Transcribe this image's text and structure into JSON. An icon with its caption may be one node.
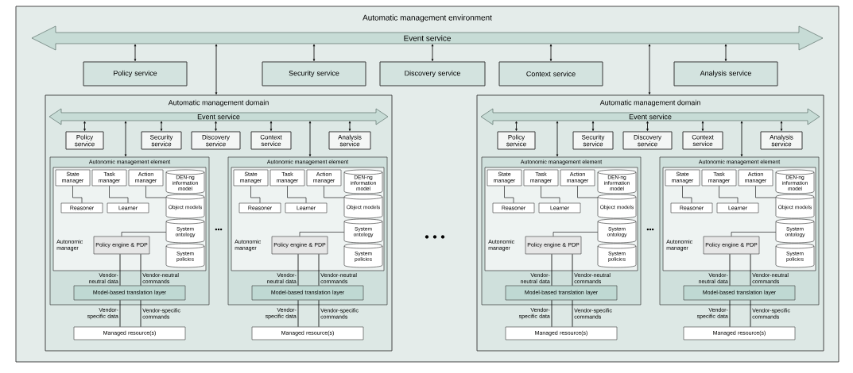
{
  "diagram": {
    "nodes": [
      {
        "text": [
          "Automatic management environment"
        ]
      },
      {
        "text": [
          "Event service"
        ],
        "in": 0
      },
      {
        "text": [
          "Policy service"
        ],
        "in": 0
      },
      {
        "text": [
          "Security service"
        ],
        "in": 0
      },
      {
        "text": [
          "Discovery service"
        ],
        "in": 0
      },
      {
        "text": [
          "Context service"
        ],
        "in": 0
      },
      {
        "text": [
          "Analysis service"
        ],
        "in": 0
      },
      {
        "text": [
          "Automatic management domain"
        ],
        "in": 0
      },
      {
        "text": [
          "Event service"
        ],
        "in": 7
      },
      {
        "text": [
          "Policy service"
        ],
        "in": 7
      },
      {
        "text": [
          "Security service"
        ],
        "in": 7
      },
      {
        "text": [
          "Discovery service"
        ],
        "in": 7
      },
      {
        "text": [
          "Context service"
        ],
        "in": 7
      },
      {
        "text": [
          "Analysis service"
        ],
        "in": 7
      },
      {
        "text": [
          "Autonomic management element"
        ],
        "in": 7
      },
      {
        "text": [
          "Autonomic manager"
        ],
        "in": 14
      },
      {
        "text": [
          "State manager"
        ],
        "in": 15
      },
      {
        "text": [
          "Task manager"
        ],
        "in": 15
      },
      {
        "text": [
          "Action manager"
        ],
        "in": 15
      },
      {
        "text": [
          "Reasoner"
        ],
        "in": 15
      },
      {
        "text": [
          "Learner"
        ],
        "in": 15
      },
      {
        "text": [
          "Policy engine & PDP"
        ],
        "in": 15
      },
      {
        "text": [
          "DEN-ng information model"
        ],
        "in": 15
      },
      {
        "text": [
          "Object models"
        ],
        "in": 15
      },
      {
        "text": [
          "System ontology"
        ],
        "in": 15
      },
      {
        "text": [
          "System policies"
        ],
        "in": 15
      },
      {
        "text": [
          "Model-based translation layer"
        ],
        "in": 14
      },
      {
        "text": [
          "Managed resource(s)"
        ],
        "in": 7
      },
      {
        "text": [
          "Autonomic management element"
        ],
        "in": 7
      },
      {
        "text": [
          "Autonomic manager"
        ],
        "in": 28
      },
      {
        "text": [
          "State manager"
        ],
        "in": 29
      },
      {
        "text": [
          "Task manager"
        ],
        "in": 29
      },
      {
        "text": [
          "Action manager"
        ],
        "in": 29
      },
      {
        "text": [
          "Reasoner"
        ],
        "in": 29
      },
      {
        "text": [
          "Learner"
        ],
        "in": 29
      },
      {
        "text": [
          "Policy engine & PDP"
        ],
        "in": 29
      },
      {
        "text": [
          "DEN-ng information model"
        ],
        "in": 29
      },
      {
        "text": [
          "Object models"
        ],
        "in": 29
      },
      {
        "text": [
          "System ontology"
        ],
        "in": 29
      },
      {
        "text": [
          "System policies"
        ],
        "in": 29
      },
      {
        "text": [
          "Model-based translation layer"
        ],
        "in": 28
      },
      {
        "text": [
          "Managed resource(s)"
        ],
        "in": 7
      },
      {
        "text": [
          "Automatic management domain"
        ],
        "in": 0
      },
      {
        "text": [
          "Event service"
        ],
        "in": 42
      },
      {
        "text": [
          "Policy service"
        ],
        "in": 42
      },
      {
        "text": [
          "Security service"
        ],
        "in": 42
      },
      {
        "text": [
          "Discovery service"
        ],
        "in": 42
      },
      {
        "text": [
          "Context service"
        ],
        "in": 42
      },
      {
        "text": [
          "Analysis service"
        ],
        "in": 42
      },
      {
        "text": [
          "Autonomic management element"
        ],
        "in": 42
      },
      {
        "text": [
          "Autonomic manager"
        ],
        "in": 49
      },
      {
        "text": [
          "State manager"
        ],
        "in": 50
      },
      {
        "text": [
          "Task manager"
        ],
        "in": 50
      },
      {
        "text": [
          "Action manager"
        ],
        "in": 50
      },
      {
        "text": [
          "Reasoner"
        ],
        "in": 50
      },
      {
        "text": [
          "Learner"
        ],
        "in": 50
      },
      {
        "text": [
          "Policy engine & PDP"
        ],
        "in": 50
      },
      {
        "text": [
          "DEN-ng information model"
        ],
        "in": 50
      },
      {
        "text": [
          "Object models"
        ],
        "in": 50
      },
      {
        "text": [
          "System ontology"
        ],
        "in": 50
      },
      {
        "text": [
          "System policies"
        ],
        "in": 50
      },
      {
        "text": [
          "Model-based translation layer"
        ],
        "in": 49
      },
      {
        "text": [
          "Managed resource(s)"
        ],
        "in": 42
      },
      {
        "text": [
          "Autonomic management element"
        ],
        "in": 42
      },
      {
        "text": [
          "Autonomic manager"
        ],
        "in": 63
      },
      {
        "text": [
          "State manager"
        ],
        "in": 64
      },
      {
        "text": [
          "Task manager"
        ],
        "in": 64
      },
      {
        "text": [
          "Action manager"
        ],
        "in": 64
      },
      {
        "text": [
          "Reasoner"
        ],
        "in": 64
      },
      {
        "text": [
          "Learner"
        ],
        "in": 64
      },
      {
        "text": [
          "Policy engine & PDP"
        ],
        "in": 64
      },
      {
        "text": [
          "DEN-ng information model"
        ],
        "in": 64
      },
      {
        "text": [
          "Object models"
        ],
        "in": 64
      },
      {
        "text": [
          "System ontology"
        ],
        "in": 64
      },
      {
        "text": [
          "System policies"
        ],
        "in": 64
      },
      {
        "text": [
          "Model-based translation layer"
        ],
        "in": 63
      },
      {
        "text": [
          "Managed resource(s)"
        ],
        "in": 42
      }
    ],
    "edges": [
      {
        "from": 1,
        "to": 2,
        "arrow": "both"
      },
      {
        "from": 1,
        "to": 3,
        "arrow": "both"
      },
      {
        "from": 1,
        "to": 4,
        "arrow": "both"
      },
      {
        "from": 1,
        "to": 5,
        "arrow": "both"
      },
      {
        "from": 1,
        "to": 6,
        "arrow": "both"
      },
      {
        "from": 1,
        "to": 7,
        "arrow": "both"
      },
      {
        "from": 1,
        "to": 42,
        "arrow": "both"
      },
      {
        "from": 8,
        "to": 9,
        "arrow": "both"
      },
      {
        "from": 8,
        "to": 10,
        "arrow": "both"
      },
      {
        "from": 8,
        "to": 11,
        "arrow": "both"
      },
      {
        "from": 8,
        "to": 12,
        "arrow": "both"
      },
      {
        "from": 8,
        "to": 13,
        "arrow": "both"
      },
      {
        "from": 8,
        "to": 14,
        "arrow": "both"
      },
      {
        "from": 8,
        "to": 28,
        "arrow": "both"
      },
      {
        "from": 16,
        "to": 19,
        "arrow": "none"
      },
      {
        "from": 17,
        "to": 20,
        "arrow": "none"
      },
      {
        "from": 18,
        "to": 23,
        "arrow": "none"
      },
      {
        "from": 24,
        "to": 21,
        "arrow": "none"
      },
      {
        "from": 21,
        "to": 26,
        "arrow": "none",
        "label": "Vendor-neutral data"
      },
      {
        "from": 21,
        "to": 26,
        "arrow": "none",
        "label": "Vendor-neutral commands"
      },
      {
        "from": 26,
        "to": 27,
        "arrow": "none",
        "label": "Vendor-specific data"
      },
      {
        "from": 26,
        "to": 27,
        "arrow": "none",
        "label": "Vendor-specific commands"
      },
      {
        "from": 30,
        "to": 33,
        "arrow": "none"
      },
      {
        "from": 31,
        "to": 34,
        "arrow": "none"
      },
      {
        "from": 32,
        "to": 37,
        "arrow": "none"
      },
      {
        "from": 38,
        "to": 35,
        "arrow": "none"
      },
      {
        "from": 35,
        "to": 40,
        "arrow": "none",
        "label": "Vendor-neutral data"
      },
      {
        "from": 35,
        "to": 40,
        "arrow": "none",
        "label": "Vendor-neutral commands"
      },
      {
        "from": 40,
        "to": 41,
        "arrow": "none",
        "label": "Vendor-specific data"
      },
      {
        "from": 40,
        "to": 41,
        "arrow": "none",
        "label": "Vendor-specific commands"
      },
      {
        "from": 43,
        "to": 44,
        "arrow": "both"
      },
      {
        "from": 43,
        "to": 45,
        "arrow": "both"
      },
      {
        "from": 43,
        "to": 46,
        "arrow": "both"
      },
      {
        "from": 43,
        "to": 47,
        "arrow": "both"
      },
      {
        "from": 43,
        "to": 48,
        "arrow": "both"
      },
      {
        "from": 43,
        "to": 49,
        "arrow": "both"
      },
      {
        "from": 43,
        "to": 63,
        "arrow": "both"
      },
      {
        "from": 51,
        "to": 54,
        "arrow": "none"
      },
      {
        "from": 52,
        "to": 55,
        "arrow": "none"
      },
      {
        "from": 53,
        "to": 58,
        "arrow": "none"
      },
      {
        "from": 59,
        "to": 56,
        "arrow": "none"
      },
      {
        "from": 56,
        "to": 61,
        "arrow": "none",
        "label": "Vendor-neutral data"
      },
      {
        "from": 56,
        "to": 61,
        "arrow": "none",
        "label": "Vendor-neutral commands"
      },
      {
        "from": 61,
        "to": 62,
        "arrow": "none",
        "label": "Vendor-specific data"
      },
      {
        "from": 61,
        "to": 62,
        "arrow": "none",
        "label": "Vendor-specific commands"
      },
      {
        "from": 65,
        "to": 68,
        "arrow": "none"
      },
      {
        "from": 66,
        "to": 69,
        "arrow": "none"
      },
      {
        "from": 67,
        "to": 72,
        "arrow": "none"
      },
      {
        "from": 73,
        "to": 70,
        "arrow": "none"
      },
      {
        "from": 70,
        "to": 75,
        "arrow": "none",
        "label": "Vendor-neutral data"
      },
      {
        "from": 70,
        "to": 75,
        "arrow": "none",
        "label": "Vendor-neutral commands"
      },
      {
        "from": 75,
        "to": 76,
        "arrow": "none",
        "label": "Vendor-specific data"
      },
      {
        "from": 75,
        "to": 76,
        "arrow": "none",
        "label": "Vendor-specific commands"
      }
    ],
    "labels": [
      "•••",
      "• • •",
      "•••"
    ]
  }
}
